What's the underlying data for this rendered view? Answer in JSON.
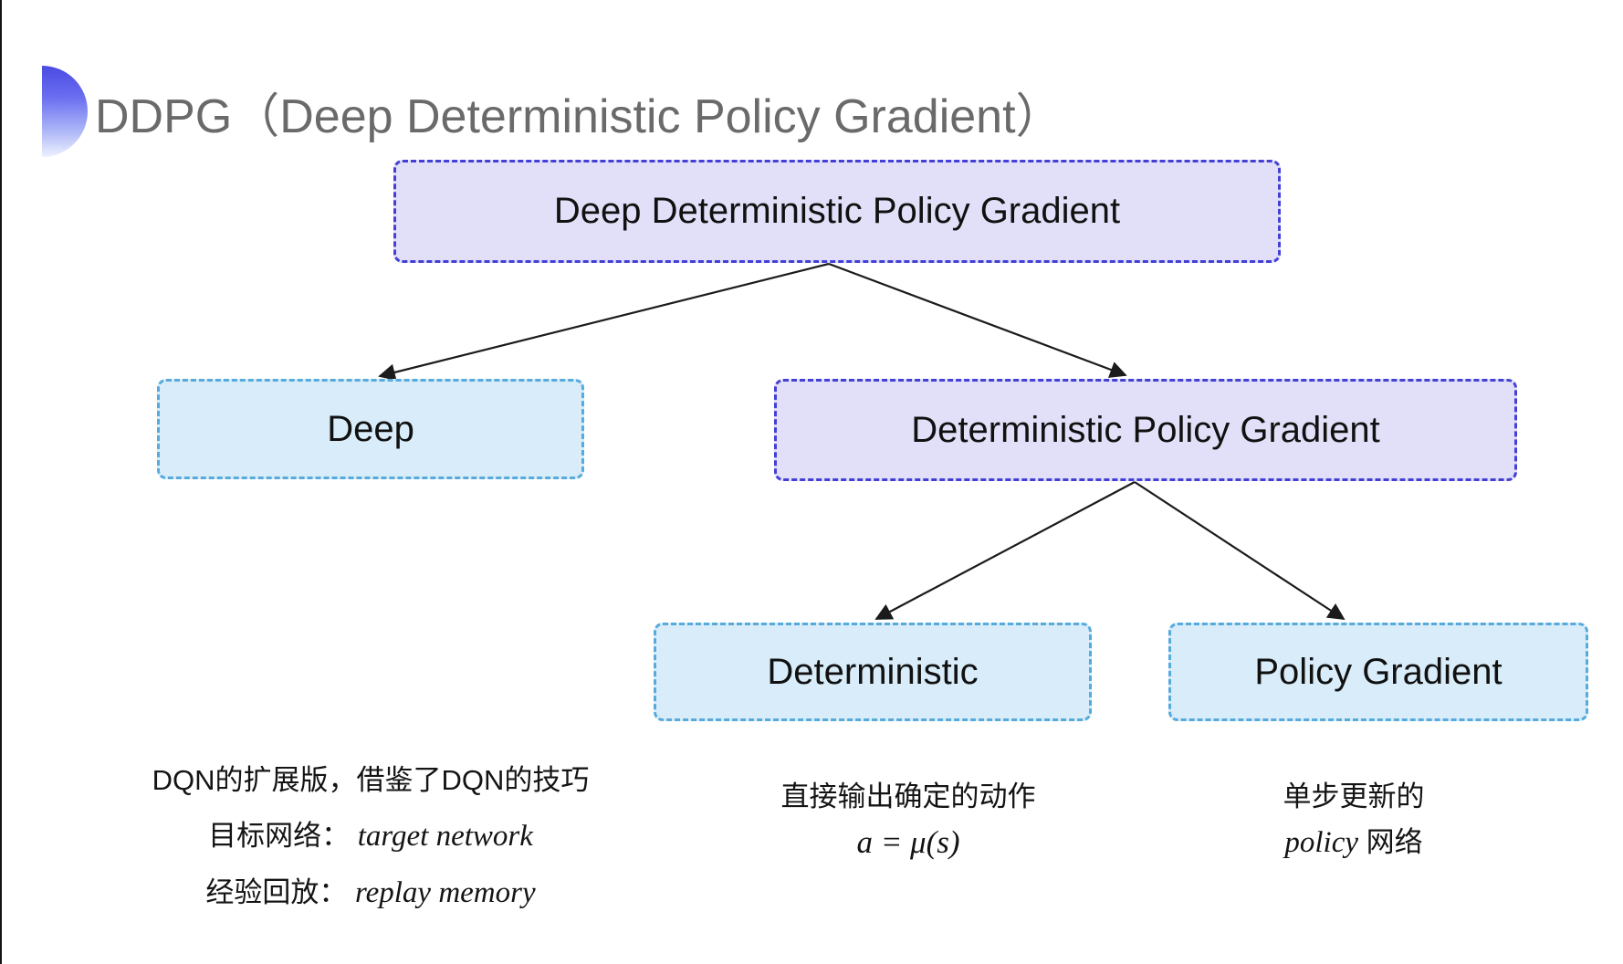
{
  "header": {
    "title": "DDPG（Deep Deterministic Policy Gradient）",
    "icon": "blue-gradient-half-circle"
  },
  "tree": {
    "root": {
      "label": "Deep Deterministic Policy Gradient"
    },
    "deep": {
      "label": "Deep"
    },
    "dpg": {
      "label": "Deterministic Policy Gradient"
    },
    "deterministic": {
      "label": "Deterministic"
    },
    "policy_gradient": {
      "label": "Policy Gradient"
    }
  },
  "notes": {
    "deep": {
      "line1": "DQN的扩展版，借鉴了DQN的技巧",
      "line2_label": "目标网络：",
      "line2_term": "target network",
      "line3_label": "经验回放：",
      "line3_term": "replay memory"
    },
    "deterministic": {
      "line1": "直接输出确定的动作",
      "formula": "a = μ(s)"
    },
    "policy_gradient": {
      "line1": "单步更新的",
      "term": "policy",
      "suffix": " 网络"
    }
  },
  "colors": {
    "purple_fill": "#e2e0f8",
    "purple_border": "#4340d6",
    "cyan_fill": "#d8ecf9",
    "cyan_border": "#57aadc",
    "title_gray": "#6a6a6a",
    "arrow": "#1b1b1b"
  }
}
